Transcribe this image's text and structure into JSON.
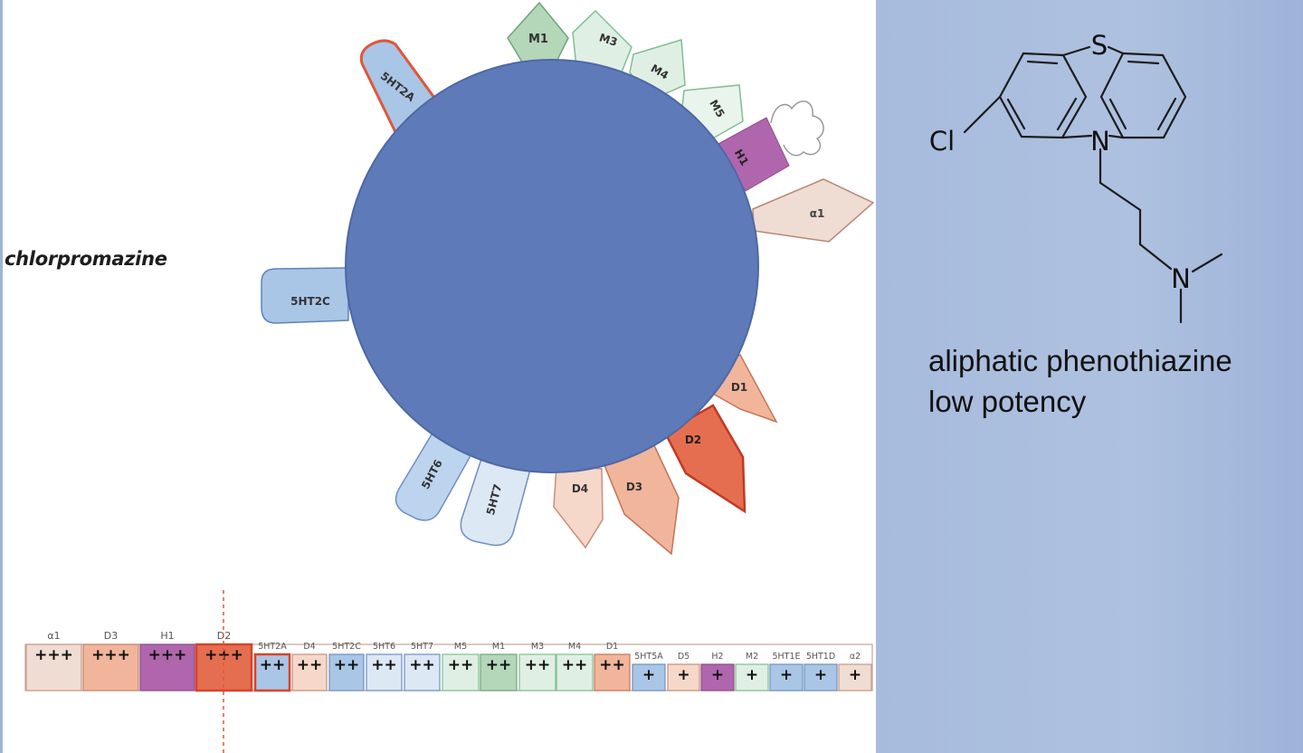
{
  "drug": {
    "name": "chlorpromazine",
    "class_line_1": "aliphatic phenothiazine",
    "class_line_2": "low potency",
    "structure_atoms": {
      "sulfur": "S",
      "nitrogen_ring": "N",
      "chlorine": "Cl",
      "nitrogen_amine": "N"
    }
  },
  "colors": {
    "hub": "#5f7ab8",
    "serotonin": "#a9c6e6",
    "serotonin_light": "#dde8f5",
    "muscarinic": "#e0efe4",
    "muscarinic_m1": "#b4d6b9",
    "histamine": "#b066ad",
    "alpha": "#efdcd2",
    "dopamine_d2": "#e66e50",
    "dopamine_light": "#f1b59c",
    "dopamine_d4": "#f6d8ca",
    "highlight_border": "#d8432a",
    "panel": "#aabfdf"
  },
  "receptor_wheel": [
    {
      "label": "5HT2A"
    },
    {
      "label": "M1"
    },
    {
      "label": "M3"
    },
    {
      "label": "M4"
    },
    {
      "label": "M5"
    },
    {
      "label": "H1"
    },
    {
      "label": "α1"
    },
    {
      "label": "D1"
    },
    {
      "label": "D2"
    },
    {
      "label": "D3"
    },
    {
      "label": "D4"
    },
    {
      "label": "5HT7"
    },
    {
      "label": "5HT6"
    },
    {
      "label": "5HT2C"
    }
  ],
  "binding_strip": [
    {
      "label": "α1",
      "affinity": "+++"
    },
    {
      "label": "D3",
      "affinity": "+++"
    },
    {
      "label": "H1",
      "affinity": "+++"
    },
    {
      "label": "D2",
      "affinity": "+++"
    },
    {
      "label": "5HT2A",
      "affinity": "++"
    },
    {
      "label": "D4",
      "affinity": "++"
    },
    {
      "label": "5HT2C",
      "affinity": "++"
    },
    {
      "label": "5HT6",
      "affinity": "++"
    },
    {
      "label": "5HT7",
      "affinity": "++"
    },
    {
      "label": "M5",
      "affinity": "++"
    },
    {
      "label": "M1",
      "affinity": "++"
    },
    {
      "label": "M3",
      "affinity": "++"
    },
    {
      "label": "M4",
      "affinity": "++"
    },
    {
      "label": "D1",
      "affinity": "++"
    },
    {
      "label": "5HT5A",
      "affinity": "+"
    },
    {
      "label": "D5",
      "affinity": "+"
    },
    {
      "label": "H2",
      "affinity": "+"
    },
    {
      "label": "M2",
      "affinity": "+"
    },
    {
      "label": "5HT1E",
      "affinity": "+"
    },
    {
      "label": "5HT1D",
      "affinity": "+"
    },
    {
      "label": "α2",
      "affinity": "+"
    }
  ]
}
